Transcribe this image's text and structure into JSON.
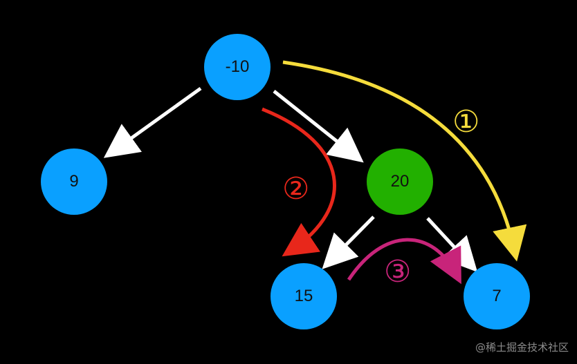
{
  "colors": {
    "background": "#000000",
    "node_blue": "#0aa0ff",
    "node_green": "#22b000",
    "edge_white": "#ffffff",
    "path_yellow": "#f5dc3c",
    "path_red": "#e8271b",
    "path_magenta": "#c8247a",
    "watermark": "#8c8c8c"
  },
  "nodes": {
    "root": {
      "label": "-10",
      "color": "#0aa0ff"
    },
    "left": {
      "label": "9",
      "color": "#0aa0ff"
    },
    "right": {
      "label": "20",
      "color": "#22b000"
    },
    "right_left": {
      "label": "15",
      "color": "#0aa0ff"
    },
    "right_right": {
      "label": "7",
      "color": "#0aa0ff"
    }
  },
  "paths": {
    "path1": {
      "label": "①",
      "color": "#f5dc3c"
    },
    "path2": {
      "label": "②",
      "color": "#e8271b"
    },
    "path3": {
      "label": "③",
      "color": "#c8247a"
    }
  },
  "watermark": "@稀土掘金技术社区"
}
